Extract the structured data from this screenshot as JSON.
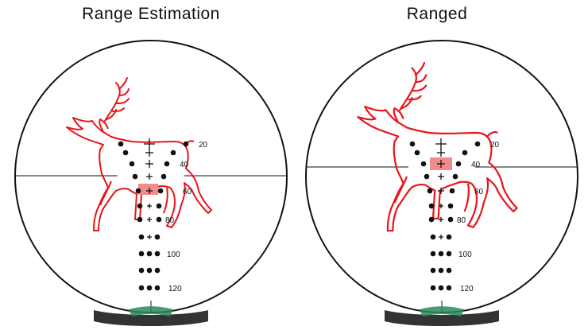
{
  "panels": [
    {
      "title": "Range Estimation",
      "range_labels": [
        "20",
        "40",
        "60",
        "80",
        "100",
        "120"
      ],
      "highlight_range": "60"
    },
    {
      "title": "Ranged",
      "range_labels": [
        "20",
        "40",
        "60",
        "80",
        "100",
        "120"
      ],
      "highlight_range": "40"
    }
  ],
  "colors": {
    "reticle": "#111111",
    "deer_outline": "#e8141b",
    "highlight": "#f28b8b",
    "turret": "#333333",
    "turret_glass": "#2a8a5a"
  }
}
